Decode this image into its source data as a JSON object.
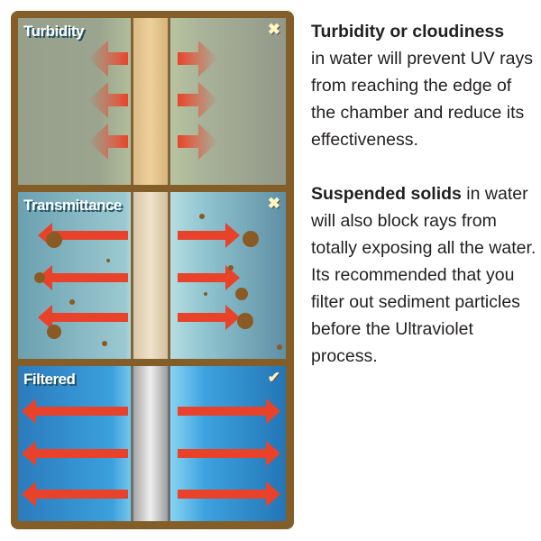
{
  "panels": [
    {
      "label": "Turbidity",
      "status": "✖",
      "status_icon": "x-icon"
    },
    {
      "label": "Transmittance",
      "status": "✖",
      "status_icon": "x-icon"
    },
    {
      "label": "Filtered",
      "status": "✔",
      "status_icon": "check-icon"
    }
  ],
  "text": {
    "p1_bold": "Turbidity or cloudiness",
    "p1_rest": "in water will prevent UV rays from reaching the edge of the chamber and reduce its effectiveness.",
    "p2_bold": "Suspended solids",
    "p2_rest": " in water will also block rays from totally exposing all the water. Its recommended that you filter out sediment particles before the Ultraviolet process."
  },
  "colors": {
    "frame": "#835e28",
    "arrow": "#e8432a"
  }
}
